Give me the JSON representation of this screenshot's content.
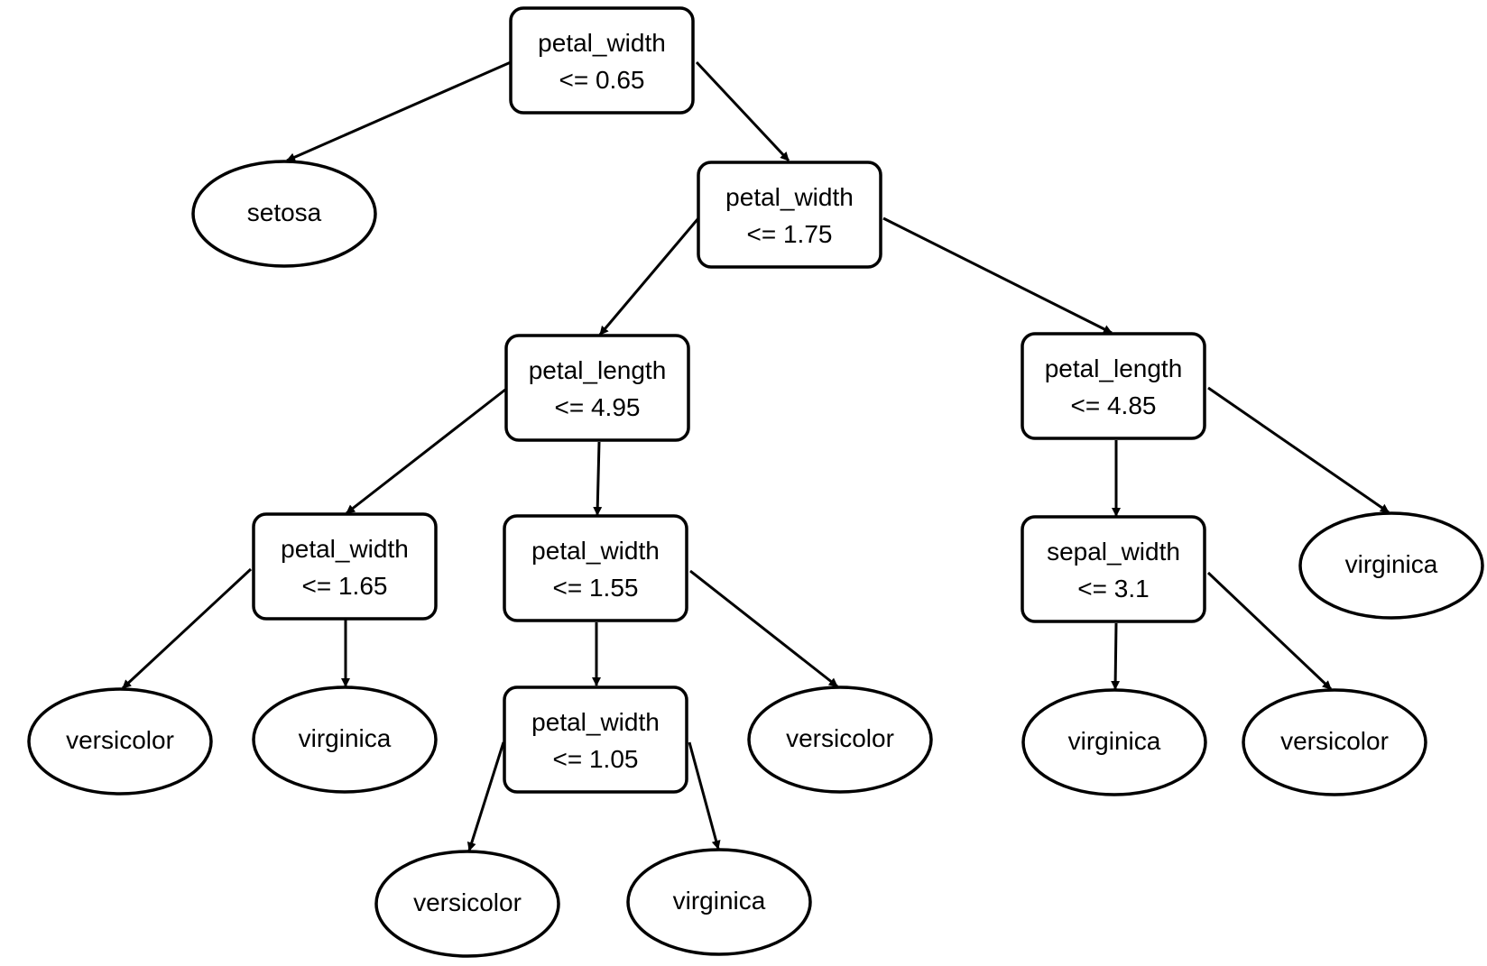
{
  "tree": {
    "splits": {
      "n0": {
        "feature": "petal_width",
        "threshold": "<= 0.65"
      },
      "n1": {
        "feature": "petal_width",
        "threshold": "<= 1.75"
      },
      "n2": {
        "feature": "petal_length",
        "threshold": "<= 4.95"
      },
      "n3": {
        "feature": "petal_length",
        "threshold": "<= 4.85"
      },
      "n4": {
        "feature": "petal_width",
        "threshold": "<= 1.65"
      },
      "n5": {
        "feature": "petal_width",
        "threshold": "<= 1.55"
      },
      "n6": {
        "feature": "sepal_width",
        "threshold": "<= 3.1"
      },
      "n7": {
        "feature": "petal_width",
        "threshold": "<= 1.05"
      }
    },
    "leaves": {
      "l_setosa": "setosa",
      "l_n3_right": "virginica",
      "l_n4_left": "versicolor",
      "l_n4_right": "virginica",
      "l_n5_right": "versicolor",
      "l_n6_left": "virginica",
      "l_n6_right": "versicolor",
      "l_n7_left": "versicolor",
      "l_n7_right": "virginica"
    },
    "edges": [
      {
        "from": "n0",
        "to": "l_setosa"
      },
      {
        "from": "n0",
        "to": "n1"
      },
      {
        "from": "n1",
        "to": "n2"
      },
      {
        "from": "n1",
        "to": "n3"
      },
      {
        "from": "n2",
        "to": "n4"
      },
      {
        "from": "n2",
        "to": "n5"
      },
      {
        "from": "n3",
        "to": "n6"
      },
      {
        "from": "n3",
        "to": "l_n3_right"
      },
      {
        "from": "n4",
        "to": "l_n4_left"
      },
      {
        "from": "n4",
        "to": "l_n4_right"
      },
      {
        "from": "n5",
        "to": "n7"
      },
      {
        "from": "n5",
        "to": "l_n5_right"
      },
      {
        "from": "n6",
        "to": "l_n6_left"
      },
      {
        "from": "n6",
        "to": "l_n6_right"
      },
      {
        "from": "n7",
        "to": "l_n7_left"
      },
      {
        "from": "n7",
        "to": "l_n7_right"
      }
    ]
  }
}
